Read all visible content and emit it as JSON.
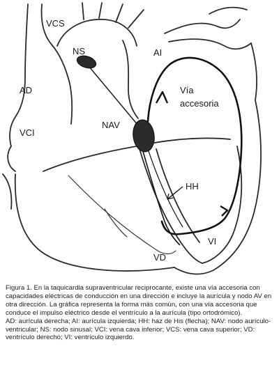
{
  "labels": {
    "vcs": "VCS",
    "ns": "NS",
    "ai": "AI",
    "ad": "AD",
    "via_line1": "Vía",
    "via_line2": "accesoria",
    "nav": "NAV",
    "vci": "VCI",
    "hh": "HH",
    "vi": "VI",
    "vd": "VD"
  },
  "caption": {
    "text": "Figura 1. En la taquicardia supraventricular reciprocante, existe una vía accesoria con capacidades eléctricas de conducción en una dirección e incluye la aurícula y nodo AV en otra dirección. La gráfica representa la forma más común, con una vía accesoria que conduce el impulso eléctrico desde el ventrículo a la aurícula (tipo ortodrómico).",
    "abbreviations": "AD: aurícula derecha; AI: aurícula izquierda; HH: haz de His (flecha); NAV: nodo aurículo-ventricular; NS: nodo sinusal; VCI: vena cava inferior; VCS: vena cava superior; VD: ventrículo derecho; VI: ventrículo izquierdo."
  },
  "colors": {
    "node_fill": "#2b2b2b",
    "line": "#2a2a2a",
    "background": "#ffffff"
  }
}
